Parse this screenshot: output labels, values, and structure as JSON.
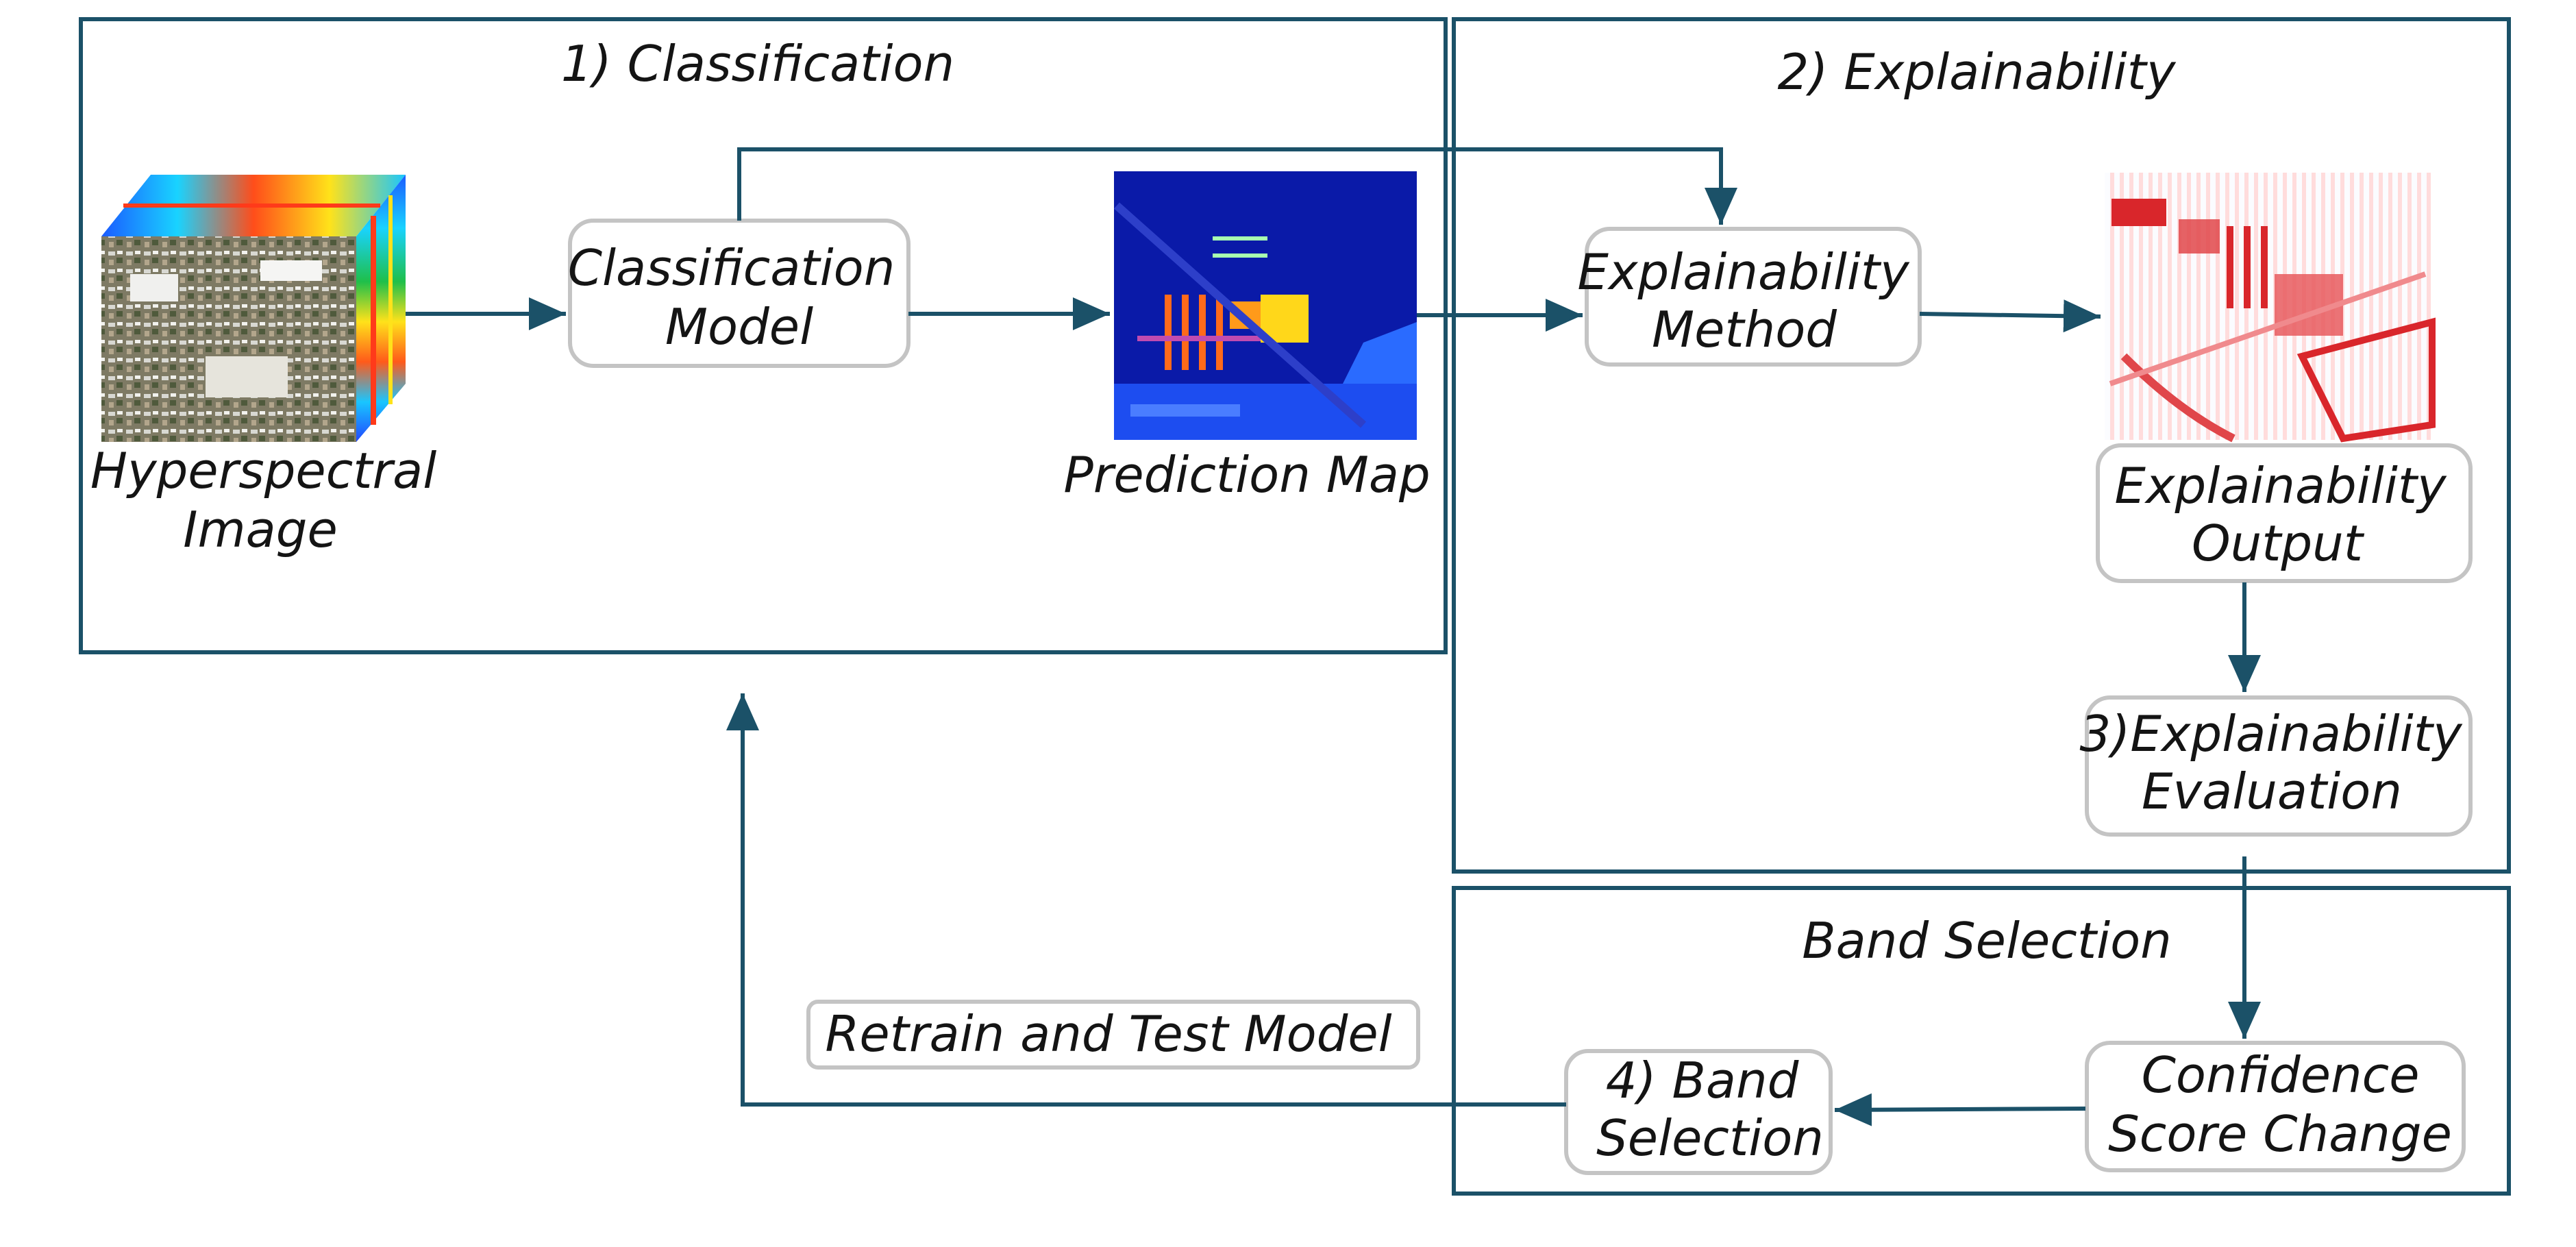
{
  "sections": {
    "classification": "1) Classification",
    "explainability": "2) Explainability",
    "band_selection": "Band Selection"
  },
  "nodes": {
    "hyperspectral": [
      "Hyperspectral",
      "Image"
    ],
    "classification_model": [
      "Classification",
      "Model"
    ],
    "prediction_map": [
      "Prediction Map"
    ],
    "explainability_method": [
      "Explainability",
      "Method"
    ],
    "explainability_output": [
      "Explainability",
      "Output"
    ],
    "explainability_evaluation": [
      "3)Explainability",
      "Evaluation"
    ],
    "confidence_score": [
      "Confidence",
      "Score  Change"
    ],
    "band_selection_step": [
      "4) Band",
      "Selection"
    ],
    "retrain": [
      "Retrain  and Test Model"
    ]
  },
  "colors": {
    "frame": "#1b5168",
    "arrow": "#1b5168",
    "node_border": "#c4c4c4",
    "prediction_map_bg": "#0a1aa8",
    "explainability_heat": "#d9262b"
  },
  "icons": {
    "hyperspectral": "hyperspectral-cube-image",
    "prediction_map": "classification-map-image",
    "explainability_output": "heatmap-image"
  }
}
